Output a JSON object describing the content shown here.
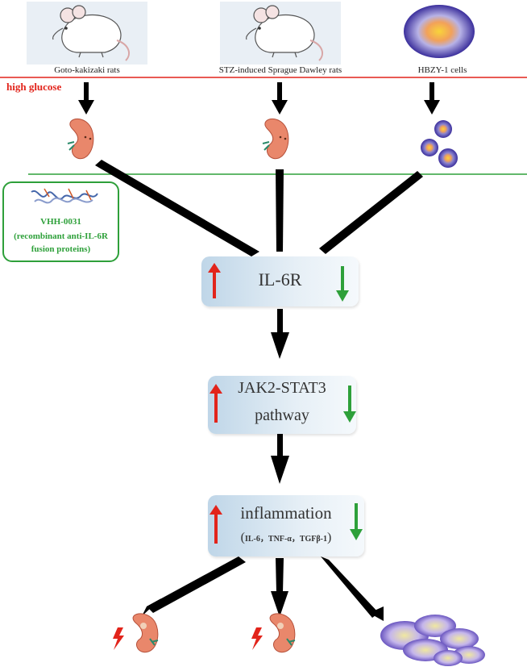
{
  "sources": [
    {
      "label": "Goto-kakizaki rats",
      "icon": "rat-icon"
    },
    {
      "label": "STZ-induced Sprague Dawley rats",
      "icon": "rat-icon"
    },
    {
      "label": "HBZY-1 cells",
      "icon": "cell-icon"
    }
  ],
  "condition": "high glucose",
  "inhibitor": {
    "name": "VHH-0031",
    "description_line1": "(recombinant anti-IL-6R",
    "description_line2": "fusion proteins)",
    "icon": "protein-structure-icon"
  },
  "nodes": {
    "receptor": "IL-6R",
    "pathway_line1": "JAK2-STAT3",
    "pathway_line2": "pathway",
    "inflammation": "inflammation",
    "cytokines": {
      "open": "(",
      "il6": "IL-6",
      "sep1": "，",
      "tnf": "TNF-α",
      "sep2": "，",
      "tgf": "TGFβ-1",
      "close": ")"
    }
  },
  "colors": {
    "up_arrow": "#e2241b",
    "down_arrow": "#2ea03a",
    "high_glucose_line": "#e2241b",
    "treatment_line": "#2ea03a",
    "flow_arrow": "#000000",
    "kidney": "#e9876b",
    "cell": "#5b54b0"
  },
  "outcomes": [
    "damaged-kidney-icon",
    "damaged-kidney-icon",
    "cell-cluster-icon"
  ]
}
